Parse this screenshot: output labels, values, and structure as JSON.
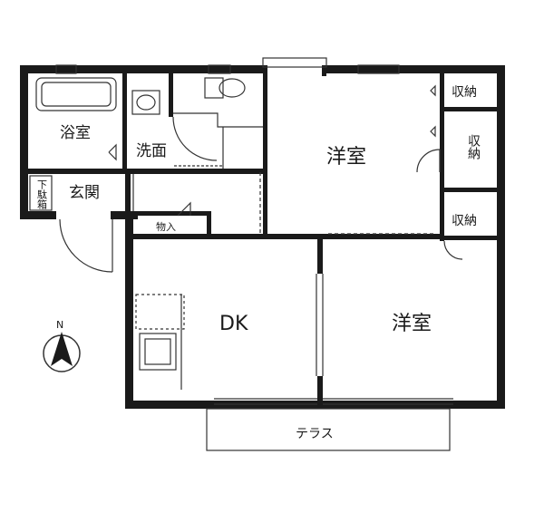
{
  "rooms": {
    "bath": "浴室",
    "washroom": "洗面",
    "entrance": "玄関",
    "shoe_box": "下駄箱",
    "storage_small": "物入",
    "dk": "DK",
    "western_1": "洋室",
    "western_2": "洋室",
    "closet_1": "収納",
    "closet_2": "収納",
    "closet_3": "収納",
    "terrace": "テラス"
  },
  "compass": {
    "north": "N"
  },
  "colors": {
    "wall": "#1a1a1a",
    "line": "#333333",
    "background": "#ffffff"
  }
}
